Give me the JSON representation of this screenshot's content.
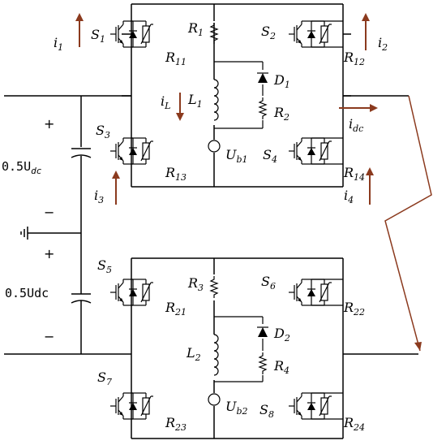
{
  "labels": {
    "S1": [
      "S",
      "1"
    ],
    "S2": [
      "S",
      "2"
    ],
    "S3": [
      "S",
      "3"
    ],
    "S4": [
      "S",
      "4"
    ],
    "S5": [
      "S",
      "5"
    ],
    "S6": [
      "S",
      "6"
    ],
    "S7": [
      "S",
      "7"
    ],
    "S8": [
      "S",
      "8"
    ],
    "R1": [
      "R",
      "1"
    ],
    "R2": [
      "R",
      "2"
    ],
    "R3": [
      "R",
      "3"
    ],
    "R4": [
      "R",
      "4"
    ],
    "R11": [
      "R",
      "11"
    ],
    "R12": [
      "R",
      "12"
    ],
    "R13": [
      "R",
      "13"
    ],
    "R14": [
      "R",
      "14"
    ],
    "R21": [
      "R",
      "21"
    ],
    "R22": [
      "R",
      "22"
    ],
    "R23": [
      "R",
      "23"
    ],
    "R24": [
      "R",
      "24"
    ],
    "L1": [
      "L",
      "1"
    ],
    "L2": [
      "L",
      "2"
    ],
    "D1": [
      "D",
      "1"
    ],
    "D2": [
      "D",
      "2"
    ],
    "Ub1": [
      "U",
      "b1"
    ],
    "Ub2": [
      "U",
      "b2"
    ],
    "i1": [
      "i",
      "1"
    ],
    "i2": [
      "i",
      "2"
    ],
    "i3": [
      "i",
      "3"
    ],
    "i4": [
      "i",
      "4"
    ],
    "iL": [
      "i",
      "L"
    ],
    "idc": [
      "i",
      "dc"
    ]
  },
  "source_top": {
    "prefix": "0.5U",
    "sub": "dc"
  },
  "source_bottom": {
    "text": "0.5Udc"
  },
  "signs": {
    "plus": "+",
    "minus": "−"
  },
  "colors": {
    "wire": "#000000",
    "arrow": "#8B3A1E"
  }
}
